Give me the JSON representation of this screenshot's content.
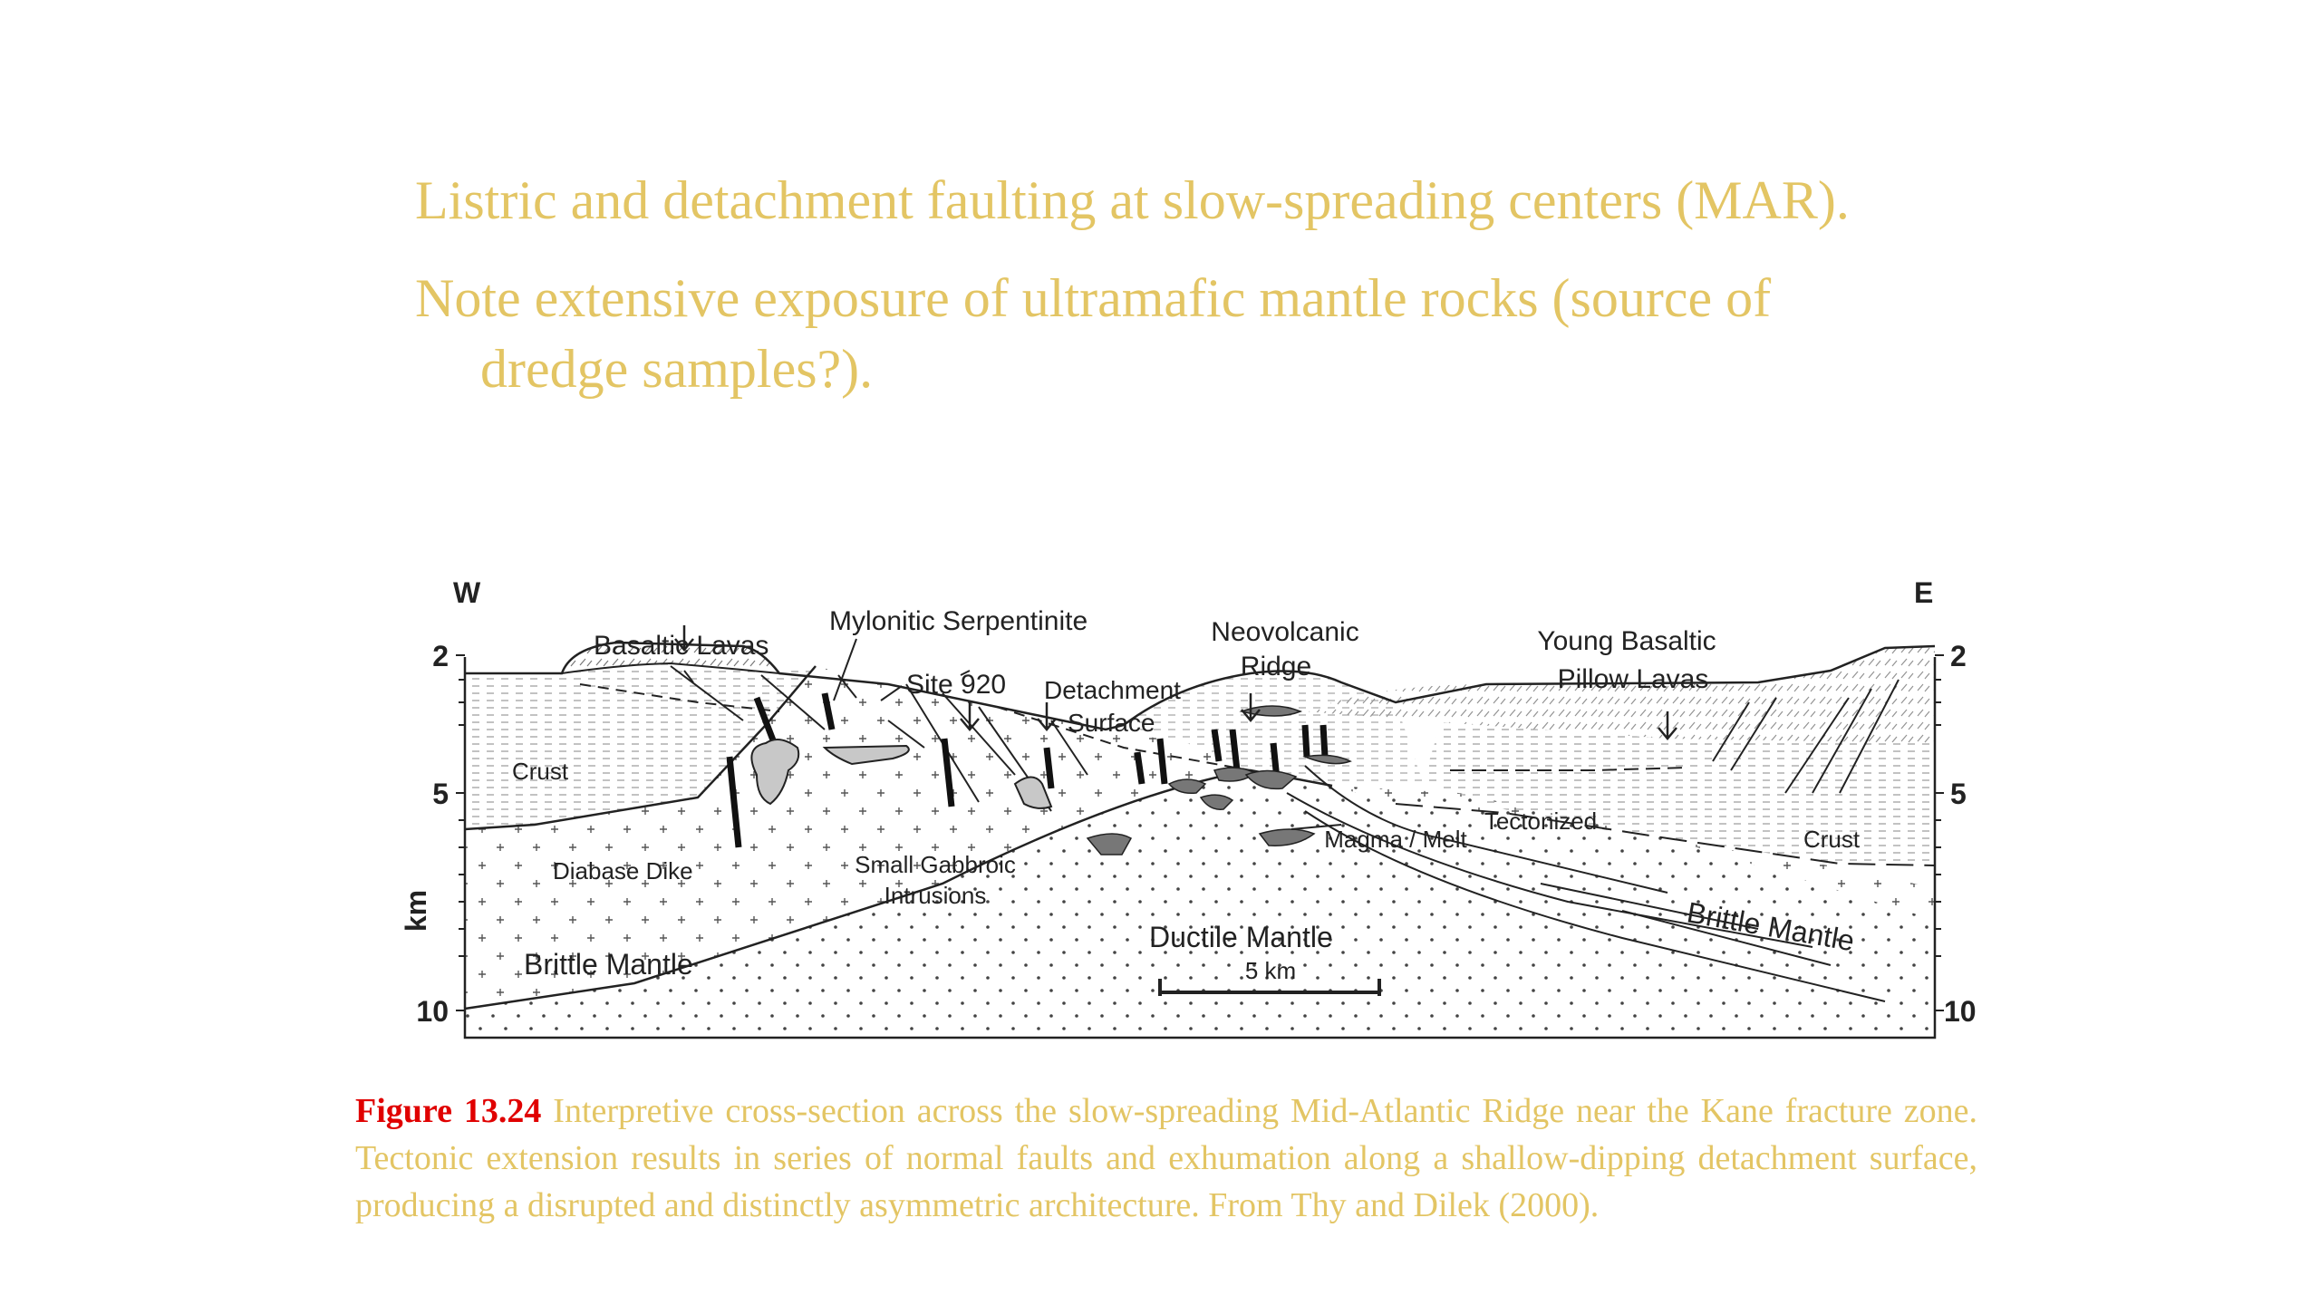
{
  "slide": {
    "title_line1": "Listric and detachment faulting at slow-spreading centers (MAR).",
    "title_line2a": "Note extensive exposure of ultramafic mantle rocks (source of",
    "title_line2b": "dredge samples?)."
  },
  "diagram": {
    "west": "W",
    "east": "E",
    "axis_label": "km",
    "ticks_left": [
      "2",
      "5",
      "10"
    ],
    "ticks_right": [
      "2",
      "5",
      "10"
    ],
    "labels": {
      "basaltic_lavas": "Basaltic Lavas",
      "mylonitic_serpentinite": "Mylonitic Serpentinite",
      "site_920": "Site 920",
      "detachment_line1": "Detachment",
      "detachment_line2": "Surface",
      "neovolcanic_line1": "Neovolcanic",
      "neovolcanic_line2": "Ridge",
      "young_basaltic_line1": "Young Basaltic",
      "young_basaltic_line2": "Pillow Lavas",
      "crust_left": "Crust",
      "crust_right": "Crust",
      "diabase_dike": "Diabase Dike",
      "small_gabbroic_line1": "Small Gabbroic",
      "small_gabbroic_line2": "Intrusions",
      "magma_melt": "Magma / Melt",
      "tectonized": "Tectonized",
      "brittle_mantle_left": "Brittle Mantle",
      "brittle_mantle_right": "Brittle Mantle",
      "ductile_mantle": "Ductile Mantle",
      "scale_bar": "5 km"
    },
    "colors": {
      "line": "#222222",
      "gabbro": "#c8c8c8",
      "magma": "#777777"
    }
  },
  "caption": {
    "label": "Figure 13.24",
    "text": " Interpretive cross-section across the slow-spreading Mid-Atlantic Ridge near the Kane fracture zone. Tectonic extension results in series of normal faults and exhumation along a shallow-dipping detachment surface, producing a disrupted and distinctly asymmetric architecture. From Thy and Dilek (2000)."
  }
}
